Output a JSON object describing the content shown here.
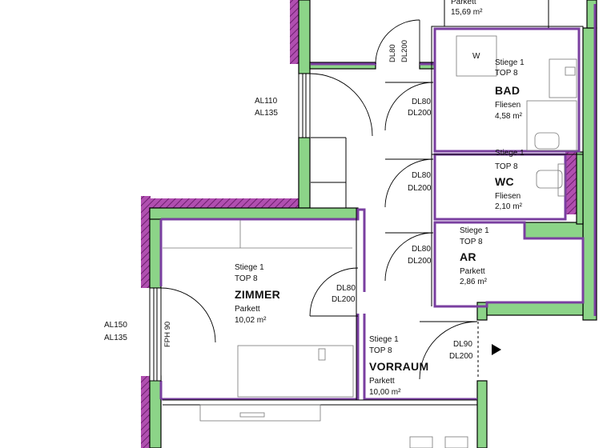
{
  "top_room": {
    "floor": "Parkett",
    "area": "15,69 m²"
  },
  "rooms": {
    "bad": {
      "stiege": "Stiege 1",
      "top": "TOP 8",
      "name": "BAD",
      "floor": "Fliesen",
      "area": "4,58 m²"
    },
    "wc": {
      "stiege": "Stiege 1",
      "top": "TOP 8",
      "name": "WC",
      "floor": "Fliesen",
      "area": "2,10 m²"
    },
    "ar": {
      "stiege": "Stiege 1",
      "top": "TOP 8",
      "name": "AR",
      "floor": "Parkett",
      "area": "2,86 m²"
    },
    "zimmer": {
      "stiege": "Stiege 1",
      "top": "TOP 8",
      "name": "ZIMMER",
      "floor": "Parkett",
      "area": "10,02 m²"
    },
    "vorraum": {
      "stiege": "Stiege 1",
      "top": "TOP 8",
      "name": "VORRAUM",
      "floor": "Parkett",
      "area": "10,00 m²"
    }
  },
  "doors": {
    "top_dl": "DL80",
    "top_dl_h": "DL200",
    "bad_dl": "DL80",
    "bad_dl_h": "DL200",
    "wc_dl": "DL80",
    "wc_dl_h": "DL200",
    "ar_dl": "DL80",
    "ar_dl_h": "DL200",
    "zimmer_dl": "DL80",
    "zimmer_dl_h": "DL200",
    "entry_dl": "DL90",
    "entry_dl_h": "DL200"
  },
  "windows": {
    "upper_al": "AL110",
    "upper_al_h": "AL135",
    "lower_al": "AL150",
    "lower_al_h": "AL135",
    "lower_parapet": "FPH 90"
  },
  "wc_partial_label": "Stiege 1",
  "bad_fixture_mark": "W",
  "colors": {
    "wall_fill": "#8cd488",
    "outline": "#000000",
    "purple": "#7a3fa0",
    "insulation": "#9c3c9c"
  }
}
